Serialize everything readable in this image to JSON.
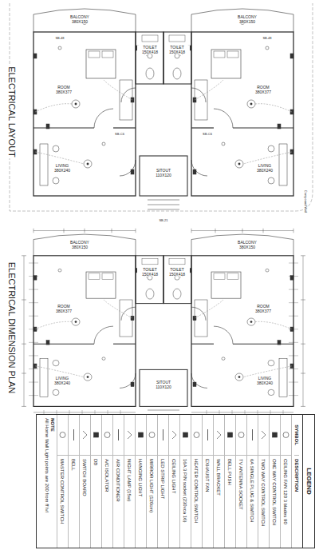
{
  "diagram": {
    "title": "ELECTRICAL LAYOUT",
    "labels": [
      "ELECTRICAL DIMENSION PLAN",
      "BALCONY 380X150",
      "BALCONY 380X150",
      "TOILET 150X418",
      "TOILET 150X418",
      "ROOM 380X377",
      "ROOM 380X377",
      "LIVING 380X240",
      "LIVING 380X240",
      "SITOUT 110X120",
      "BALCONY 380X150",
      "BALCONY 380X150",
      "TOILET 150X418",
      "TOILET 150X418",
      "ROOM 380X377",
      "ROOM 380X377",
      "LIVING 380X240",
      "LIVING 380X240",
      "SITOUT 110X120",
      "SB-48",
      "SB-48",
      "SB-C6",
      "SB-C6",
      "SB-21",
      "Compound Wall",
      "LEGEND",
      "SYMBOL",
      "DESCRIPTION",
      "NOTE",
      "All Home Wall Light points are 200 from ff lvl"
    ],
    "legend": [
      {
        "text": "CEILING FAN 120 3 blades 90"
      },
      {
        "text": "ONE WAY CONTROL SWITCH"
      },
      {
        "text": "TWO WAY CONTROL SWITCH"
      },
      {
        "text": "6A SINGLE PLUG & SWITCH"
      },
      {
        "text": "TV ANTENNA SOCKET"
      },
      {
        "text": "BELL PUSH"
      },
      {
        "text": "WALL BRACKET"
      },
      {
        "text": "EXHAUST FAN"
      },
      {
        "text": "HEATER CONTROL SWITCH"
      },
      {
        "text": "16A 3 PIN socket (230vca 16)"
      },
      {
        "text": "CEILING LIGHT"
      },
      {
        "text": "LED STRIP LIGHT"
      },
      {
        "text": "MIRROR LIGHT (120cm)"
      },
      {
        "text": "HANGING LIGHT"
      },
      {
        "text": "NIGHT LAMP (15w)"
      },
      {
        "text": "AIR CONDITIONER"
      },
      {
        "text": "A/C ISOLATOR"
      },
      {
        "text": "DB"
      },
      {
        "text": "SWITCH BOARD"
      },
      {
        "text": "BELL"
      },
      {
        "text": "MASTER CONTROL SWITCH"
      }
    ]
  }
}
